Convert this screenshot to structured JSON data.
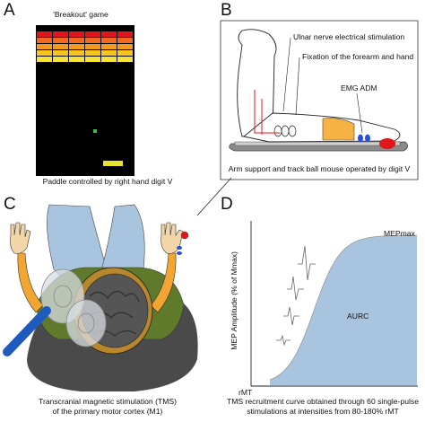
{
  "panels": {
    "a": {
      "letter": "A",
      "title": "'Breakout' game",
      "caption": "Paddle controlled by right hand digit V",
      "brick_colors": [
        "#e0161c",
        "#f26a1f",
        "#f59a1f",
        "#f7c51e",
        "#f5e33a"
      ]
    },
    "b": {
      "letter": "B",
      "label_ulnar": "Ulnar nerve electrical stimulation",
      "label_fixation": "Fixation of the forearm and hand",
      "label_emg": "EMG ADM",
      "caption": "Arm support and track ball mouse operated by digit V"
    },
    "c": {
      "letter": "C",
      "caption_line1": "Transcranial magnetic stimulation (TMS)",
      "caption_line2": "of the primary motor cortex (M1)"
    },
    "d": {
      "letter": "D",
      "ylabel": "MEP Amplitude (% of Mmax)",
      "label_max": "MEPmax",
      "label_area": "AURC",
      "label_rmt": "rMT",
      "caption_line1": "TMS recruitment curve obtained through 60 single-pulse",
      "caption_line2": "stimulations at intensities from 80-180% rMT",
      "fill_color": "#a9c4de"
    }
  },
  "chart_data": {
    "type": "area",
    "title": "",
    "xlabel": "",
    "ylabel": "MEP Amplitude (% of Mmax)",
    "x_ticks": [
      "rMT"
    ],
    "annotations": [
      "MEPmax",
      "AURC"
    ],
    "curve": "sigmoid"
  }
}
